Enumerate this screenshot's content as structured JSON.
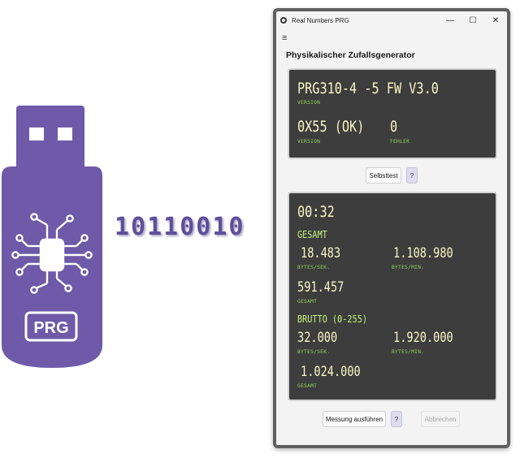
{
  "illustration": {
    "device_label": "PRG",
    "bits": "10110010",
    "device_color": "#6e5aa8"
  },
  "window": {
    "title": "Real Numbers PRG",
    "controls": {
      "minimize": "—",
      "maximize": "☐",
      "close": "✕"
    }
  },
  "header": {
    "menu_icon": "hamburger-menu-icon",
    "title": "Physikalischer Zufallsgenerator"
  },
  "device_panel": {
    "version_value": "PRG310-4 -5 FW V3.0",
    "version_label": "VERSION",
    "status_value": "0X55 (OK)",
    "status_label": "VERSION",
    "error_value": "0",
    "error_label": "FEHLER"
  },
  "selftest": {
    "button": "Selbsttest",
    "help": "?"
  },
  "measure_panel": {
    "time": "00:32",
    "gesamt_heading": "GESAMT",
    "rate_sec": "18.483",
    "rate_sec_label": "BYTES/SEK.",
    "rate_min": "1.108.980",
    "rate_min_label": "BYTES/MIN.",
    "total": "591.457",
    "total_label": "GESAMT",
    "brutto_heading": "BRUTTO (0-255)",
    "brutto_sec": "32.000",
    "brutto_sec_label": "BYTES/SEK.",
    "brutto_min": "1.920.000",
    "brutto_min_label": "BYTES/MIN.",
    "brutto_total": "1.024.000",
    "brutto_total_label": "GESAMT"
  },
  "actions": {
    "run": "Messung ausführen",
    "help": "?",
    "cancel": "Abbrechen"
  },
  "colors": {
    "lcd_bg": "#3d3d3d",
    "lcd_digits": "#f7f5c4",
    "lcd_labels": "#8fd45c"
  }
}
